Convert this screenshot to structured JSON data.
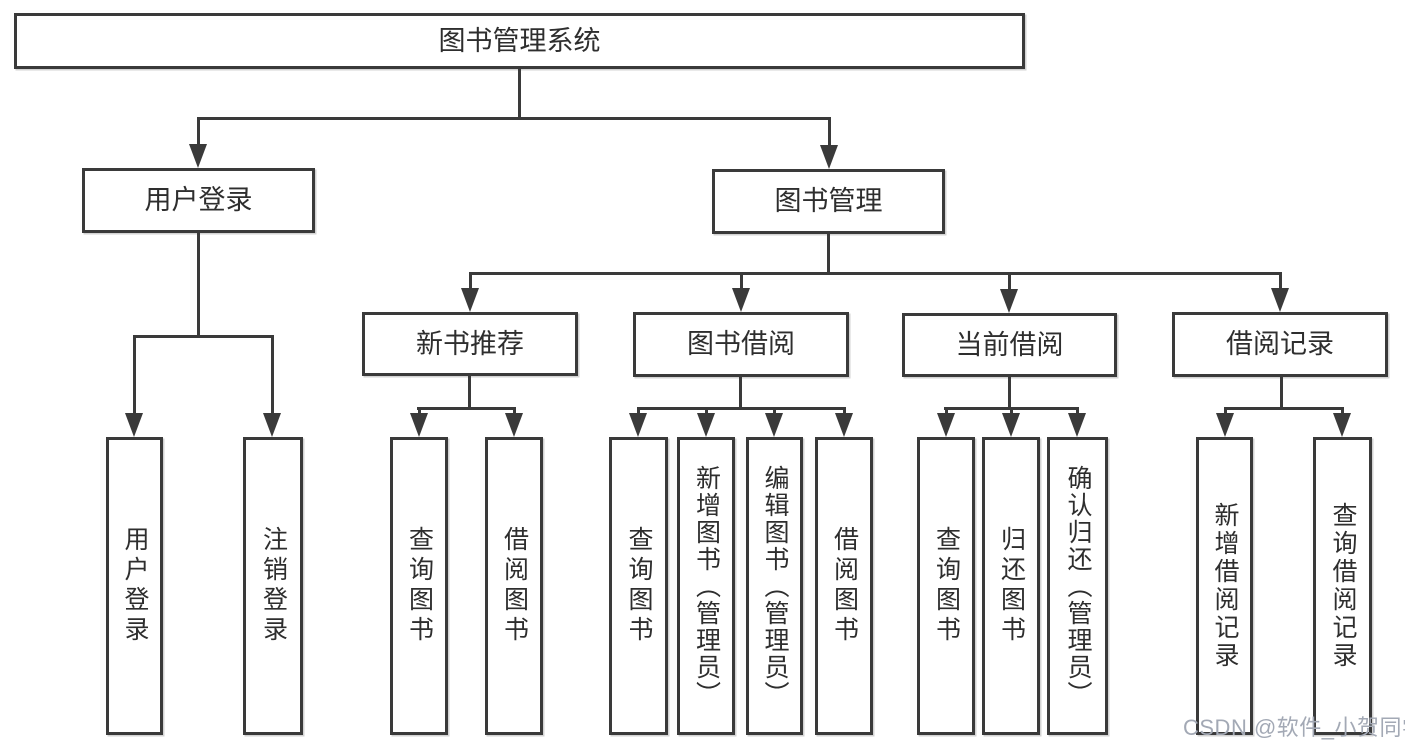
{
  "tree": {
    "root": {
      "label": "图书管理系统"
    },
    "branches": [
      {
        "label": "用户登录",
        "children": [
          "用户登录",
          "注销登录"
        ]
      },
      {
        "label": "图书管理",
        "sections": [
          {
            "label": "新书推荐",
            "children": [
              "查询图书",
              "借阅图书"
            ]
          },
          {
            "label": "图书借阅",
            "children": [
              "查询图书",
              "新增图书（管理员）",
              "编辑图书（管理员）",
              "借阅图书"
            ]
          },
          {
            "label": "当前借阅",
            "children": [
              "查询图书",
              "归还图书",
              "确认归还（管理员）"
            ]
          },
          {
            "label": "借阅记录",
            "children": [
              "新增借阅记录",
              "查询借阅记录"
            ]
          }
        ]
      }
    ]
  },
  "watermark": {
    "text": "CSDN @软件_小贺同学"
  },
  "colors": {
    "line": "#3a3a3a",
    "text": "#2e2e2e",
    "watermark": "#a3a9b5",
    "background": "#ffffff"
  }
}
